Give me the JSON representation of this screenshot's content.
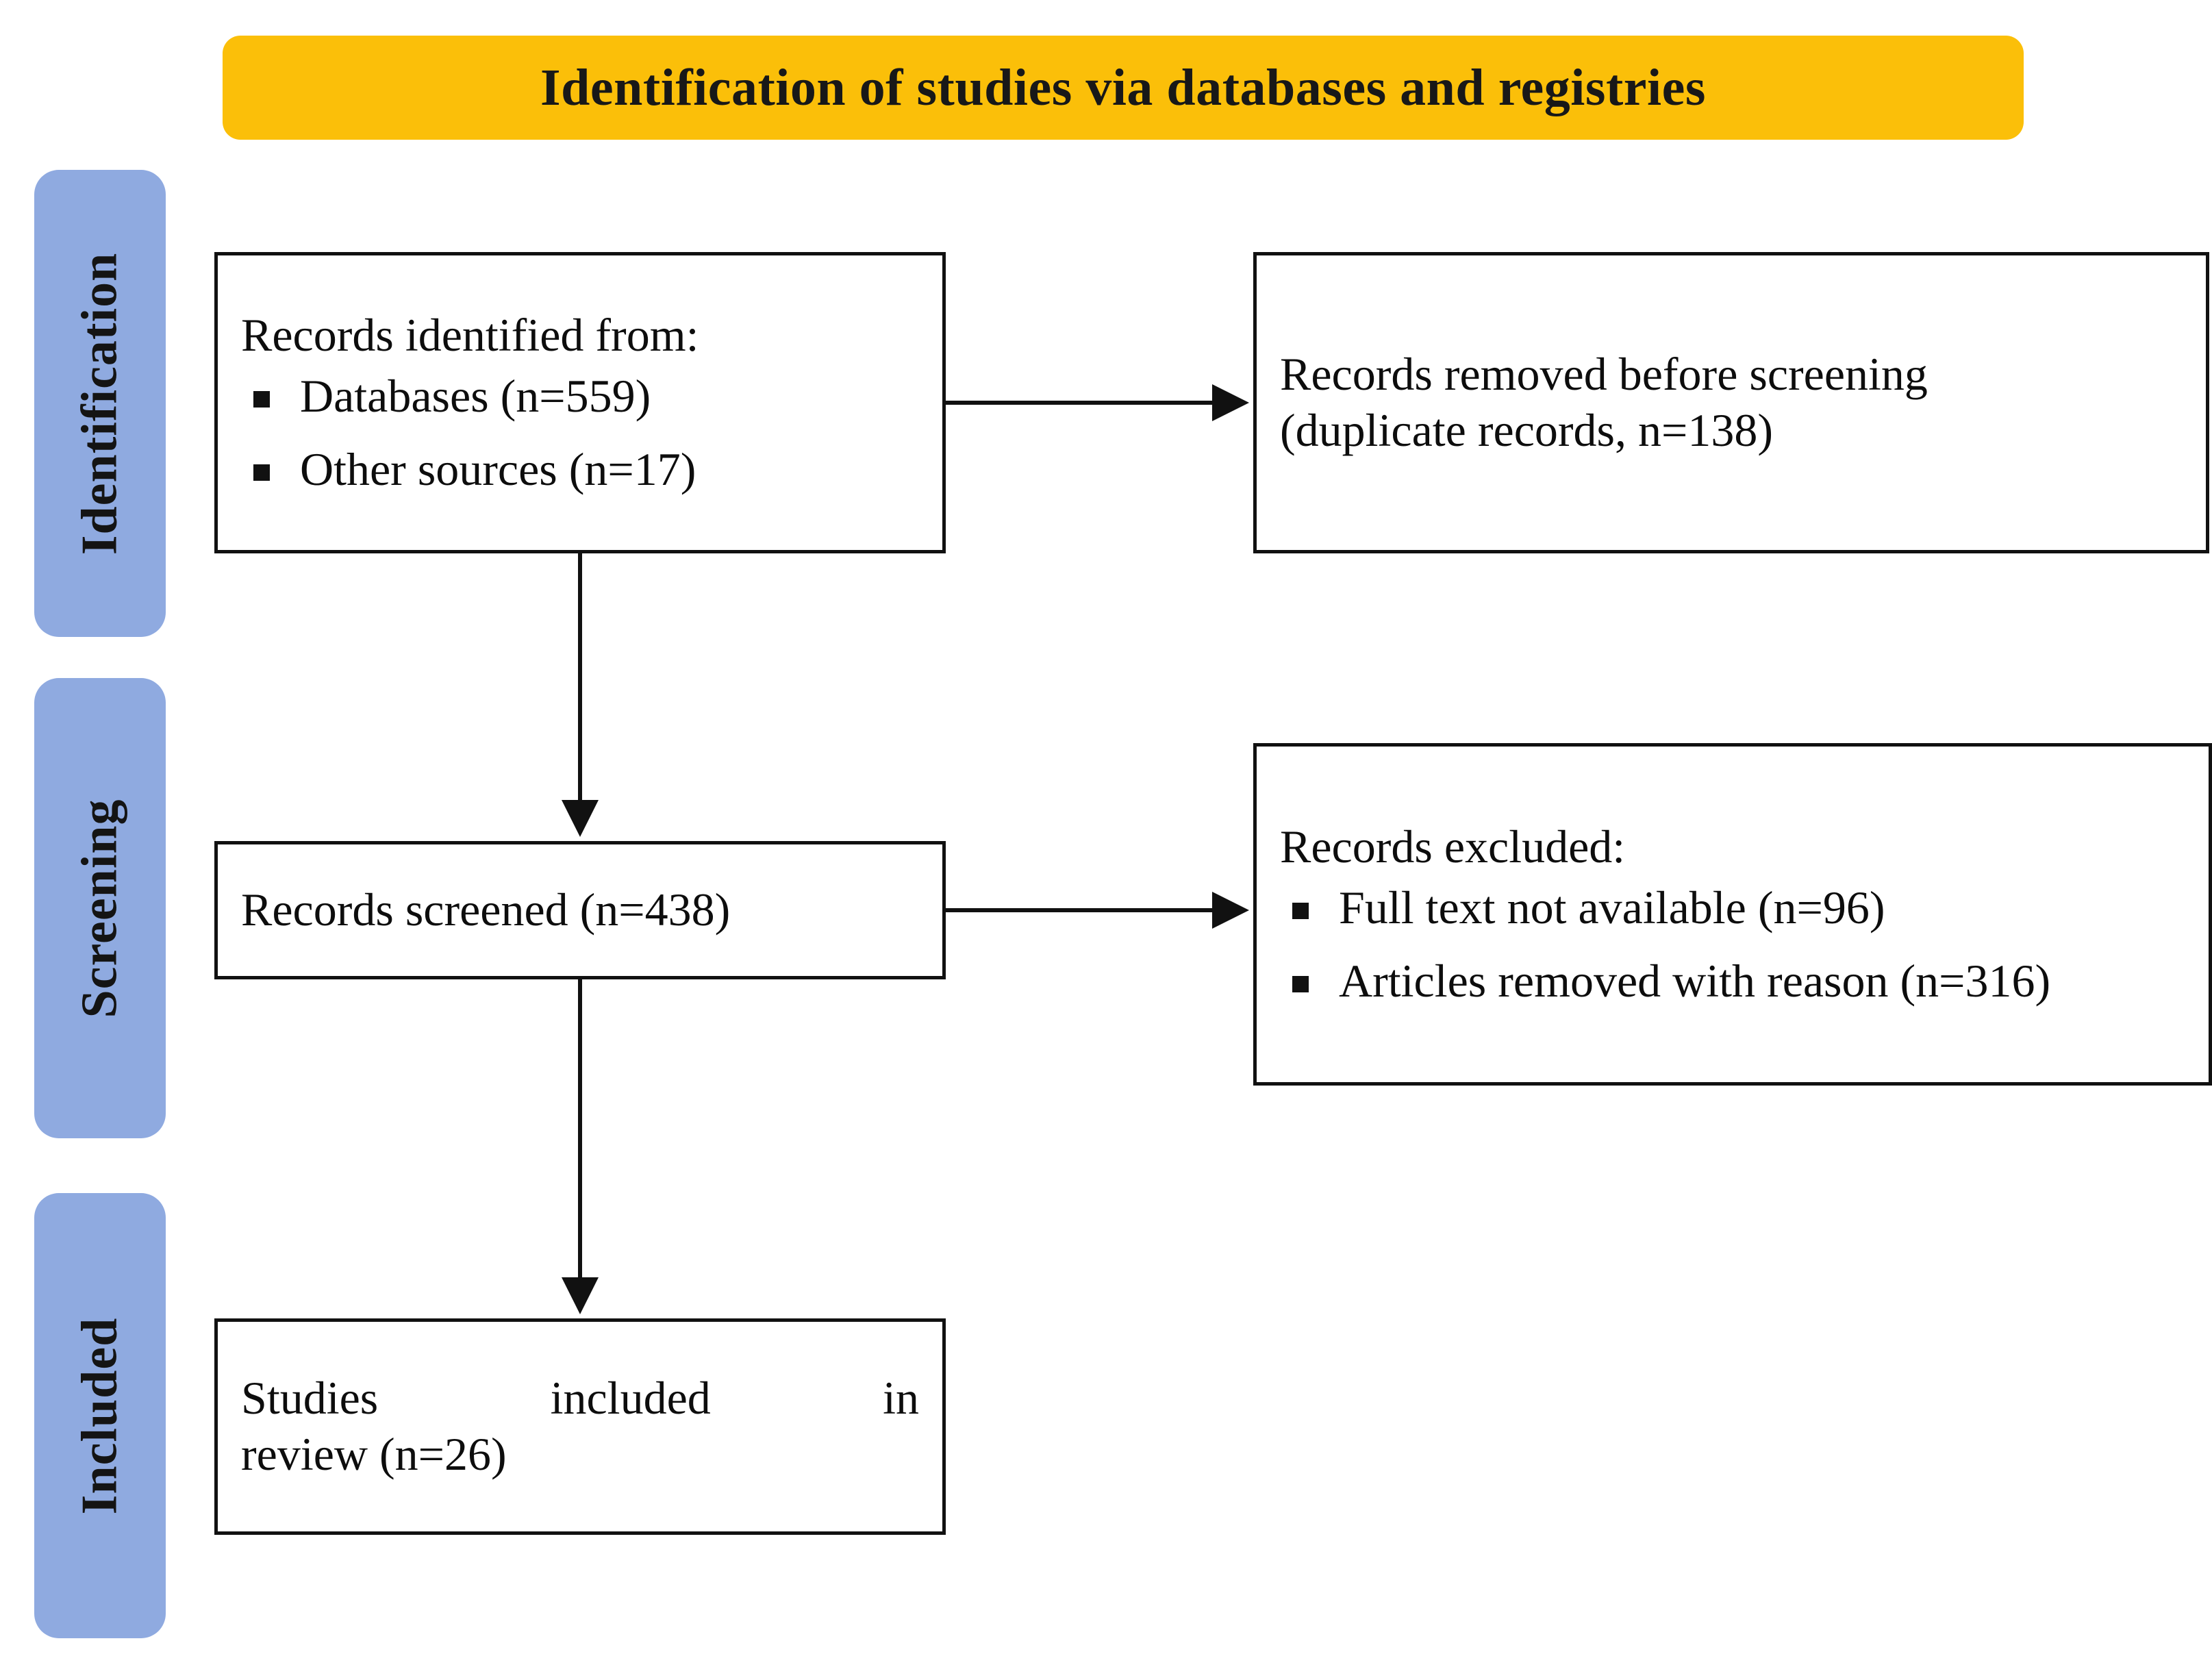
{
  "banner": {
    "title": "Identification of studies via databases and registries",
    "color": "#FBBF09"
  },
  "stages": [
    {
      "id": "identification",
      "label": "Identification",
      "color": "#8FAAE0"
    },
    {
      "id": "screening",
      "label": "Screening",
      "color": "#8FAAE0"
    },
    {
      "id": "included",
      "label": "Included",
      "color": "#8FAAE0"
    }
  ],
  "boxes": {
    "identified": {
      "heading": "Records identified from:",
      "bullets": [
        "Databases (n=559)",
        "Other sources (n=17)"
      ]
    },
    "removed": {
      "line1": "Records removed before screening",
      "line2": "(duplicate records, n=138)"
    },
    "screened": {
      "text": "Records screened (n=438)"
    },
    "excluded": {
      "heading": "Records excluded:",
      "bullets": [
        "Full text not available (n=96)",
        "Articles removed with reason (n=316)"
      ]
    },
    "included": {
      "line1": "Studies included in",
      "line2": "review (n=26)"
    }
  },
  "arrows": [
    {
      "id": "identified-to-removed",
      "from": "identified",
      "to": "removed",
      "direction": "right"
    },
    {
      "id": "identified-to-screened",
      "from": "identified",
      "to": "screened",
      "direction": "down"
    },
    {
      "id": "screened-to-excluded",
      "from": "screened",
      "to": "excluded",
      "direction": "right"
    },
    {
      "id": "screened-to-included",
      "from": "screened",
      "to": "included",
      "direction": "down"
    }
  ],
  "chart_data": {
    "type": "diagram",
    "title": "Identification of studies via databases and registries",
    "nodes": [
      {
        "id": "identified",
        "stage": "Identification",
        "label": "Records identified from:",
        "counts": {
          "Databases": 559,
          "Other sources": 17
        }
      },
      {
        "id": "removed",
        "stage": "Identification",
        "label": "Records removed before screening (duplicate records, n=138)",
        "counts": {
          "duplicate records": 138
        }
      },
      {
        "id": "screened",
        "stage": "Screening",
        "label": "Records screened (n=438)",
        "counts": {
          "screened": 438
        }
      },
      {
        "id": "excluded",
        "stage": "Screening",
        "label": "Records excluded:",
        "counts": {
          "Full text not available": 96,
          "Articles removed with reason": 316
        }
      },
      {
        "id": "included",
        "stage": "Included",
        "label": "Studies included in review (n=26)",
        "counts": {
          "included": 26
        }
      }
    ],
    "edges": [
      {
        "from": "identified",
        "to": "removed"
      },
      {
        "from": "identified",
        "to": "screened"
      },
      {
        "from": "screened",
        "to": "excluded"
      },
      {
        "from": "screened",
        "to": "included"
      }
    ]
  }
}
